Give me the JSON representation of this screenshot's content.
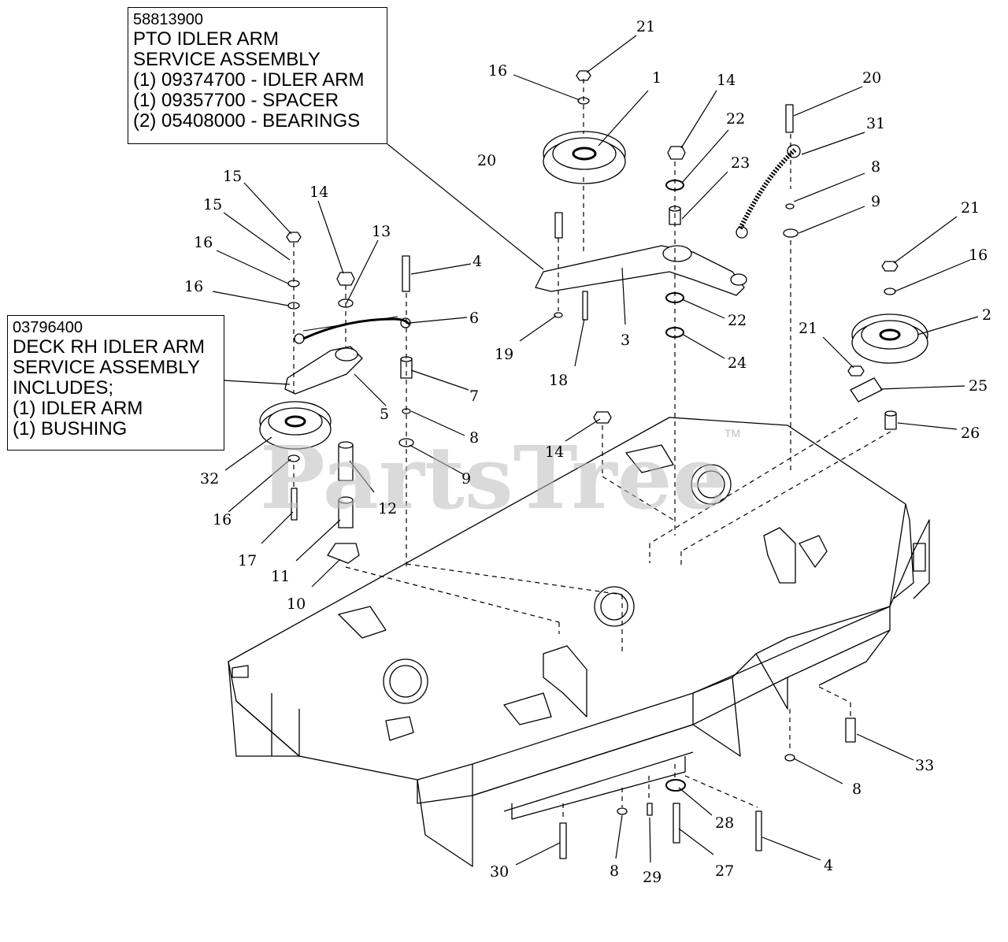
{
  "callouts": {
    "pto": {
      "part_number": "58813900",
      "lines": [
        "PTO IDLER ARM",
        "SERVICE ASSEMBLY",
        "(1) 09374700 - IDLER ARM",
        "(1) 09357700 - SPACER",
        "(2) 05408000 - BEARINGS"
      ]
    },
    "deck": {
      "part_number": "03796400",
      "lines": [
        "DECK RH IDLER ARM",
        "SERVICE ASSEMBLY",
        "INCLUDES;",
        "(1) IDLER ARM",
        "(1) BUSHING"
      ]
    }
  },
  "watermark": {
    "text": "PartsTree",
    "tm": "TM"
  },
  "labels": [
    {
      "id": "21a",
      "text": "21"
    },
    {
      "id": "16a",
      "text": "16"
    },
    {
      "id": "1",
      "text": "1"
    },
    {
      "id": "14a",
      "text": "14"
    },
    {
      "id": "22a",
      "text": "22"
    },
    {
      "id": "23",
      "text": "23"
    },
    {
      "id": "20a",
      "text": "20"
    },
    {
      "id": "20b",
      "text": "20"
    },
    {
      "id": "31",
      "text": "31"
    },
    {
      "id": "8a",
      "text": "8"
    },
    {
      "id": "9a",
      "text": "9"
    },
    {
      "id": "21b",
      "text": "21"
    },
    {
      "id": "16b",
      "text": "16"
    },
    {
      "id": "2",
      "text": "2"
    },
    {
      "id": "15a",
      "text": "15"
    },
    {
      "id": "15b",
      "text": "15"
    },
    {
      "id": "16c",
      "text": "16"
    },
    {
      "id": "16d",
      "text": "16"
    },
    {
      "id": "14b",
      "text": "14"
    },
    {
      "id": "13",
      "text": "13"
    },
    {
      "id": "4a",
      "text": "4"
    },
    {
      "id": "6",
      "text": "6"
    },
    {
      "id": "7",
      "text": "7"
    },
    {
      "id": "5",
      "text": "5"
    },
    {
      "id": "8b",
      "text": "8"
    },
    {
      "id": "9b",
      "text": "9"
    },
    {
      "id": "32",
      "text": "32"
    },
    {
      "id": "16e",
      "text": "16"
    },
    {
      "id": "12",
      "text": "12"
    },
    {
      "id": "17",
      "text": "17"
    },
    {
      "id": "11",
      "text": "11"
    },
    {
      "id": "10",
      "text": "10"
    },
    {
      "id": "19",
      "text": "19"
    },
    {
      "id": "18",
      "text": "18"
    },
    {
      "id": "3",
      "text": "3"
    },
    {
      "id": "22b",
      "text": "22"
    },
    {
      "id": "24",
      "text": "24"
    },
    {
      "id": "21c",
      "text": "21"
    },
    {
      "id": "25",
      "text": "25"
    },
    {
      "id": "26",
      "text": "26"
    },
    {
      "id": "14c",
      "text": "14"
    },
    {
      "id": "33",
      "text": "33"
    },
    {
      "id": "8c",
      "text": "8"
    },
    {
      "id": "28",
      "text": "28"
    },
    {
      "id": "27",
      "text": "27"
    },
    {
      "id": "4b",
      "text": "4"
    },
    {
      "id": "29",
      "text": "29"
    },
    {
      "id": "8d",
      "text": "8"
    },
    {
      "id": "30",
      "text": "30"
    }
  ]
}
